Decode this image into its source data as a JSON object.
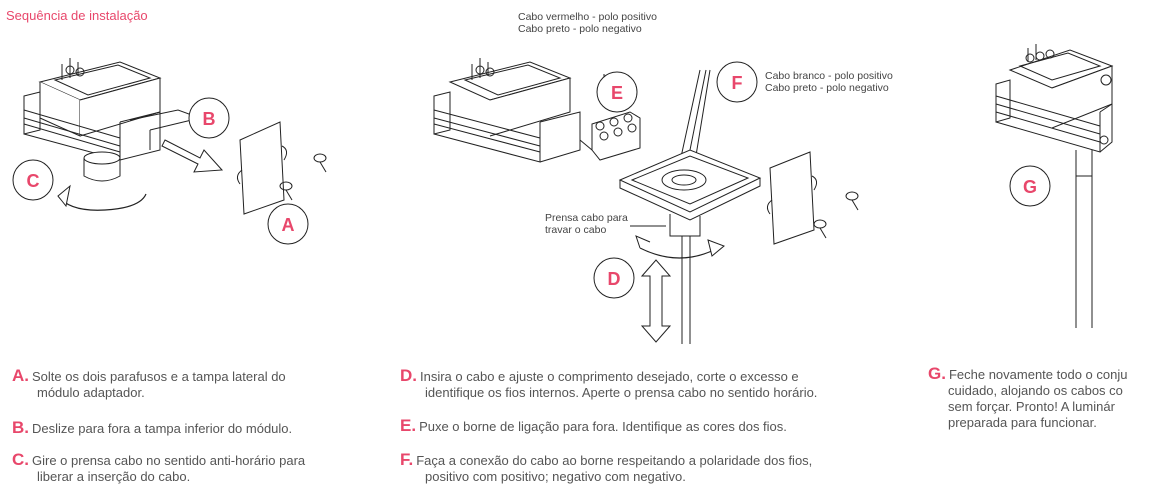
{
  "header": {
    "title": "Sequência de instalação"
  },
  "notes": {
    "e_red": "Cabo vermelho - polo positivo",
    "e_black": "Cabo preto - polo negativo",
    "f_white": "Cabo branco - polo positivo",
    "f_black": "Cabo preto - polo negativo",
    "prensa_1": "Prensa cabo para",
    "prensa_2": "travar o cabo"
  },
  "badges": {
    "a": "A",
    "b": "B",
    "c": "C",
    "d": "D",
    "e": "E",
    "f": "F",
    "g": "G"
  },
  "steps": [
    {
      "letter": "A.",
      "line1": "Solte os dois parafusos e a tampa lateral do",
      "line2": "módulo adaptador."
    },
    {
      "letter": "B.",
      "line1": "Deslize para fora a tampa inferior do módulo.",
      "line2": ""
    },
    {
      "letter": "C.",
      "line1": "Gire o prensa cabo no sentido anti-horário para",
      "line2": "liberar a inserção do cabo."
    },
    {
      "letter": "D.",
      "line1": "Insira o cabo e ajuste o comprimento desejado, corte o excesso e",
      "line2": "identifique os fios internos. Aperte o prensa cabo no sentido horário."
    },
    {
      "letter": "E.",
      "line1": "Puxe o borne de ligação para fora. Identifique as cores dos fios.",
      "line2": ""
    },
    {
      "letter": "F.",
      "line1": "Faça a conexão do cabo ao borne respeitando a polaridade dos fios,",
      "line2": "positivo com positivo;  negativo com negativo."
    },
    {
      "letter": "G.",
      "line1": "Feche novamente todo o conju",
      "line2": "cuidado, alojando os cabos co",
      "line3": "sem forçar. Pronto! A luminár",
      "line4": "preparada para funcionar."
    }
  ],
  "colors": {
    "accent": "#e8476b",
    "line": "#222222",
    "text": "#555555"
  }
}
